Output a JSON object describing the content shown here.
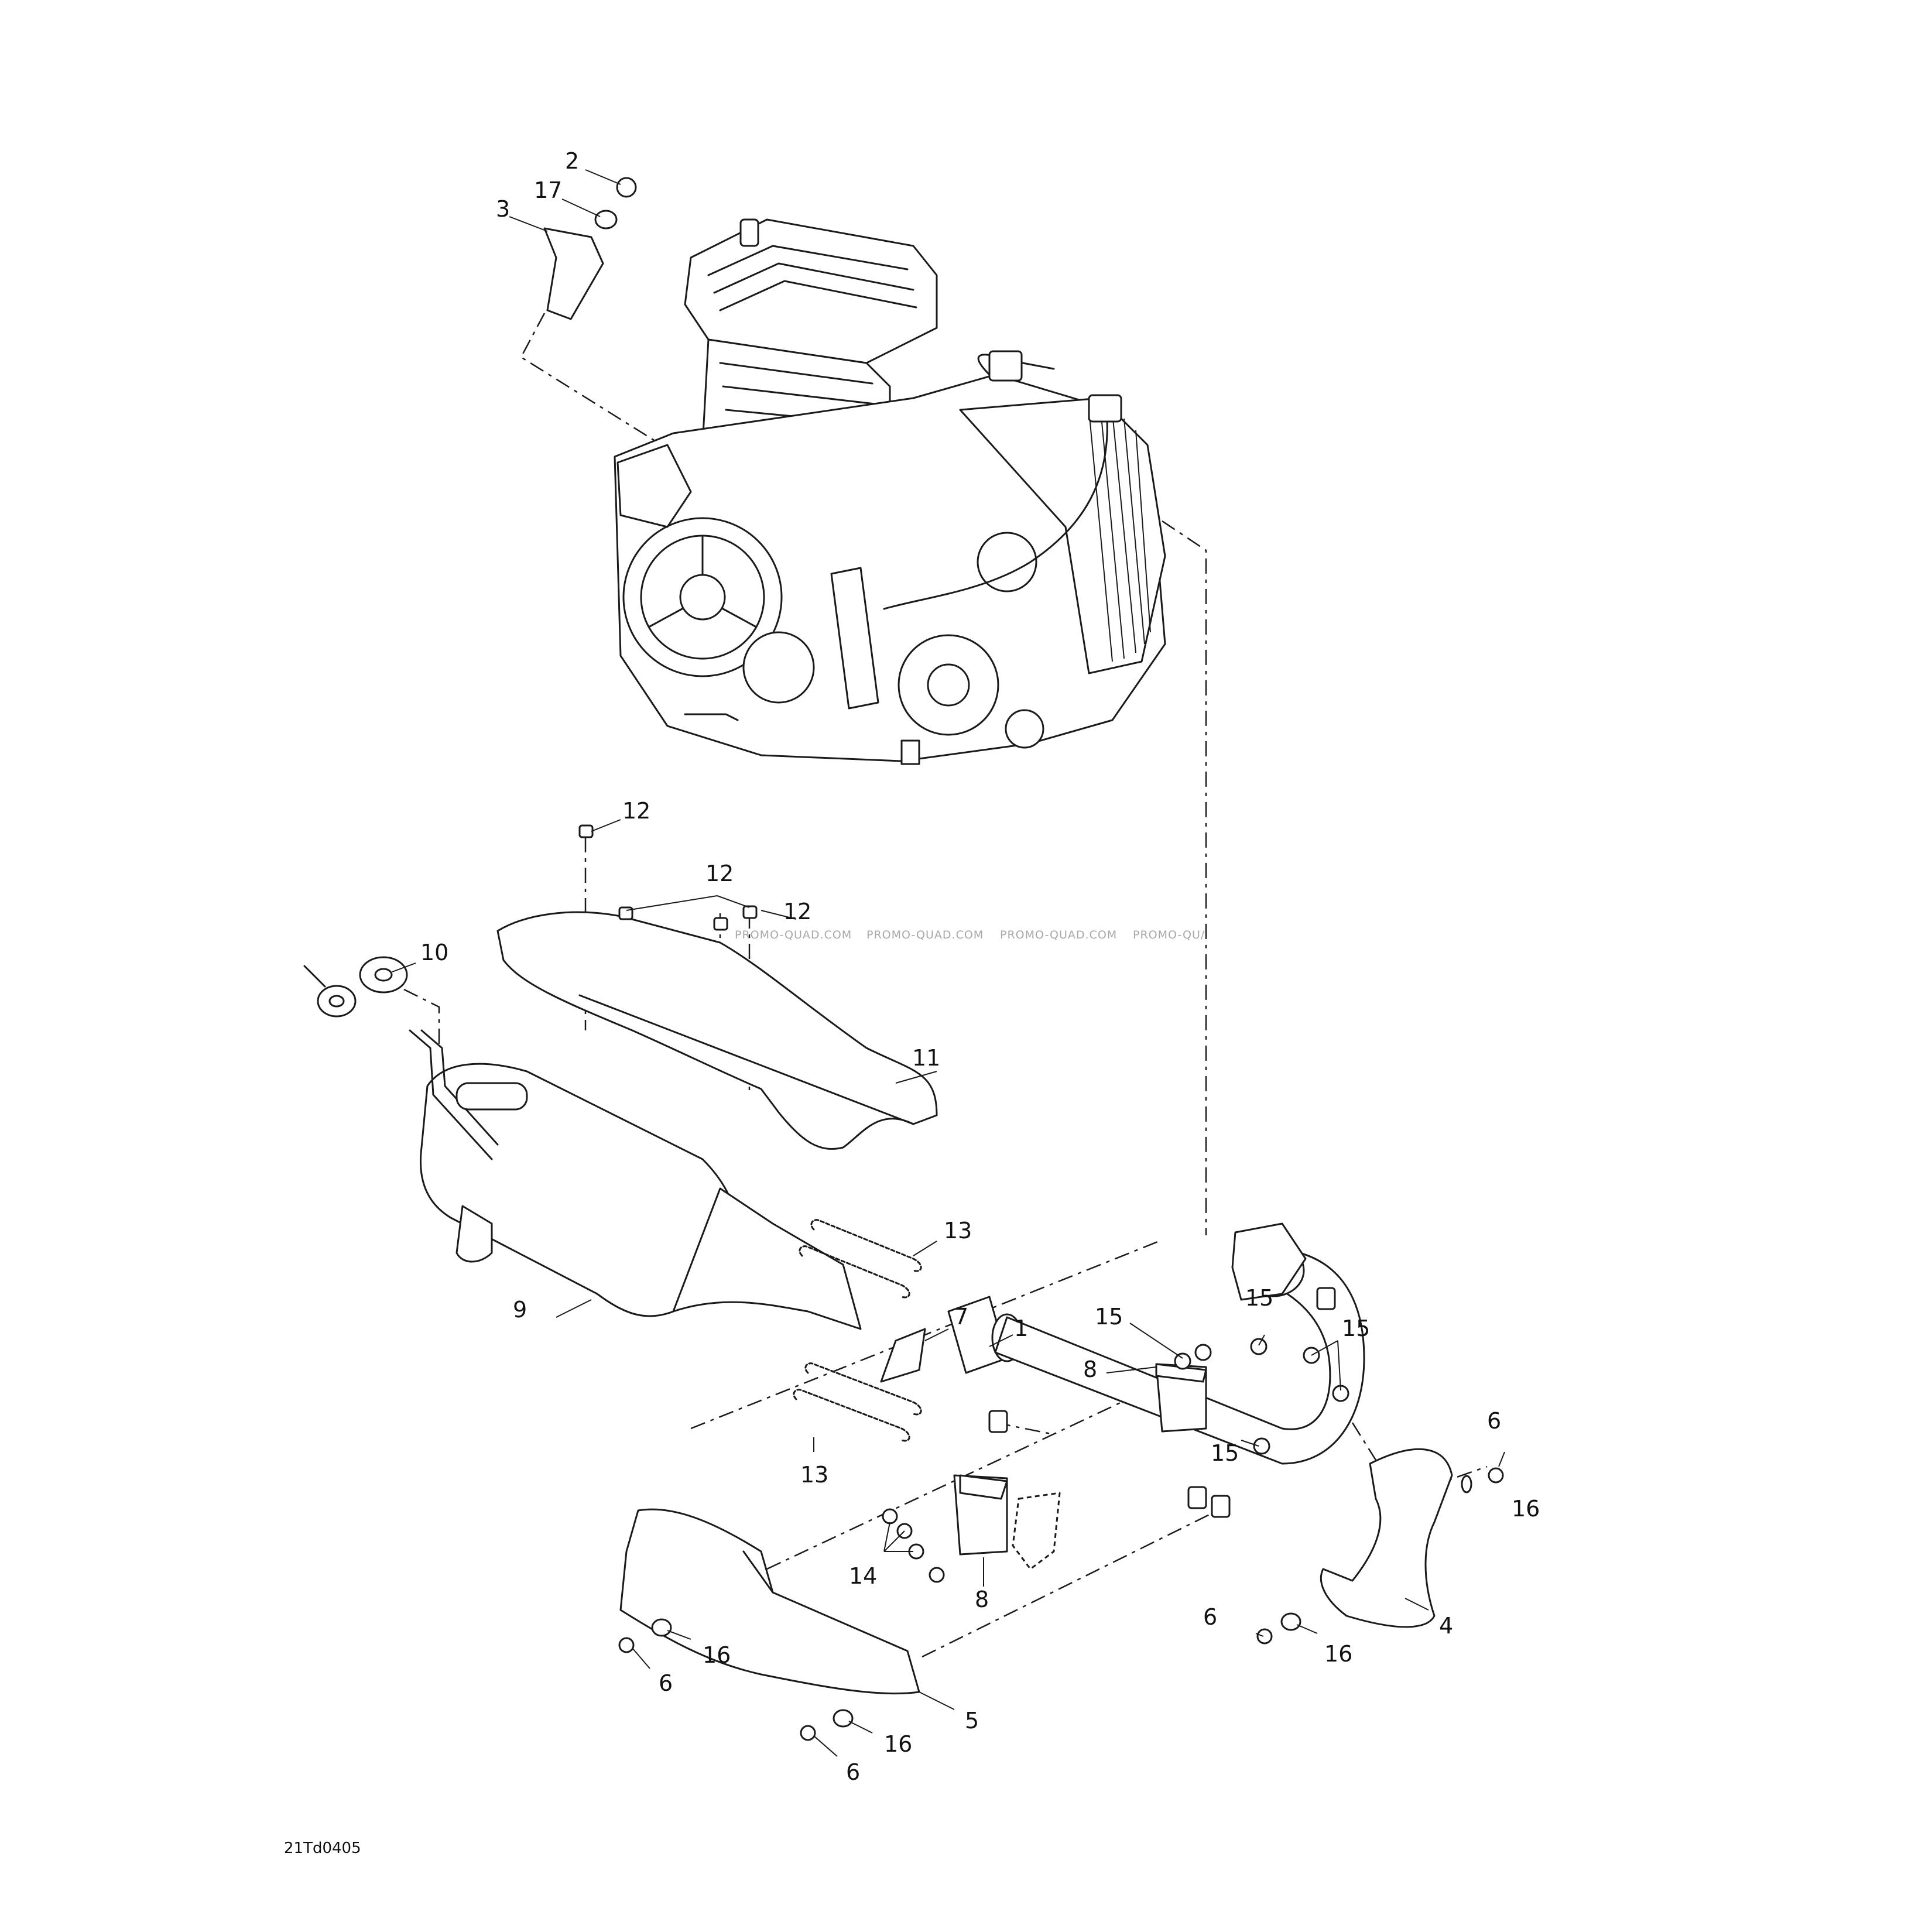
{
  "diagram": {
    "callouts": [
      "2",
      "17",
      "3",
      "12",
      "12",
      "12",
      "10",
      "11",
      "13",
      "9",
      "7",
      "1",
      "15",
      "8",
      "15",
      "15",
      "15",
      "6",
      "16",
      "13",
      "14",
      "8",
      "4",
      "6",
      "16",
      "16",
      "6",
      "5",
      "16",
      "6"
    ],
    "watermark": "PROMO-QUAD.COM",
    "watermark_tail": "PROMO-QU/",
    "drawing_code": "21Td0405"
  }
}
